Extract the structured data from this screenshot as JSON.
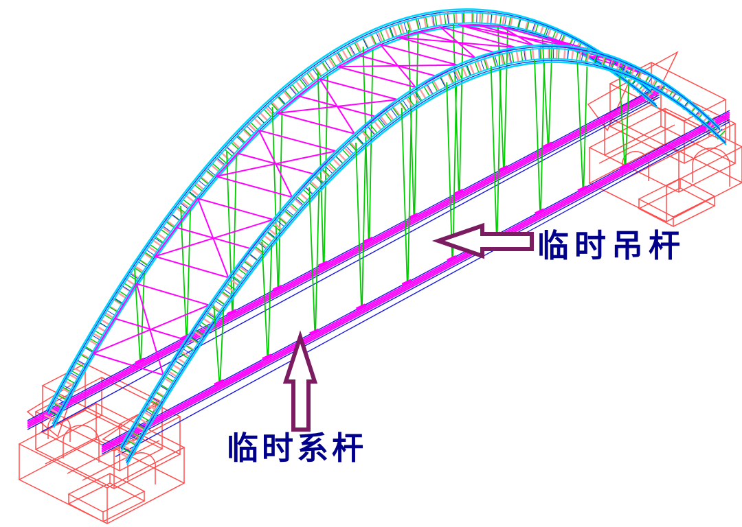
{
  "diagram": {
    "kind": "CAD wireframe axonometric drawing",
    "subject": "tied-arch bridge temporary construction scheme",
    "background": "#FFFFFF"
  },
  "annotations": [
    {
      "id": "temporary-hanger",
      "text": "临时吊杆",
      "arrow": "left",
      "points_to": "green hanger rods"
    },
    {
      "id": "temporary-tie",
      "text": "临时系杆",
      "arrow": "up",
      "points_to": "magenta tie girder"
    }
  ],
  "colors": {
    "arch_chord_cyan": "#00D5FF",
    "arch_chord_blue": "#0033EE",
    "web_diagonal_pink": "#FF9DA0",
    "hanger_green": "#00CC00",
    "bracing_magenta": "#FF00FF",
    "girder_magenta": "#FF00FF",
    "girder_edge_blue": "#1A1ADF",
    "abutment_red": "#FF4D4D",
    "label_navy": "#00008B",
    "arrow_purple": "#7B1C60"
  }
}
